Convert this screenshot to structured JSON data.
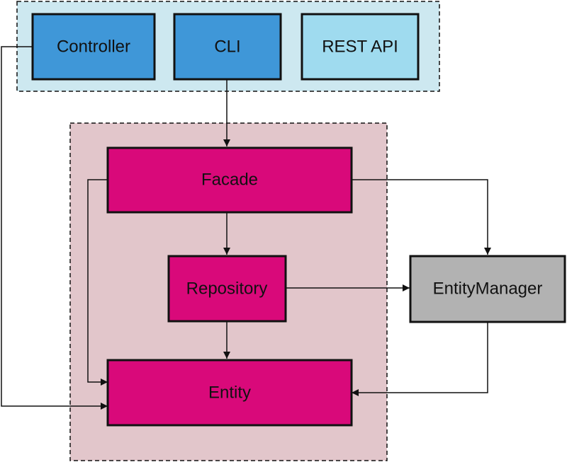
{
  "presentation_layer": {
    "controller": "Controller",
    "cli": "CLI",
    "rest_api": "REST API"
  },
  "domain_layer": {
    "facade": "Facade",
    "repository": "Repository",
    "entity": "Entity"
  },
  "external": {
    "entity_manager": "EntityManager"
  },
  "colors": {
    "presentation_group_bg": "#cde8f0",
    "domain_group_bg": "#e2c6cb",
    "controller_fill": "#3f97d8",
    "cli_fill": "#3f97d8",
    "rest_api_fill": "#9fdbef",
    "domain_box_fill": "#d9097a",
    "entity_manager_fill": "#b2b2b2",
    "stroke": "#111111"
  }
}
